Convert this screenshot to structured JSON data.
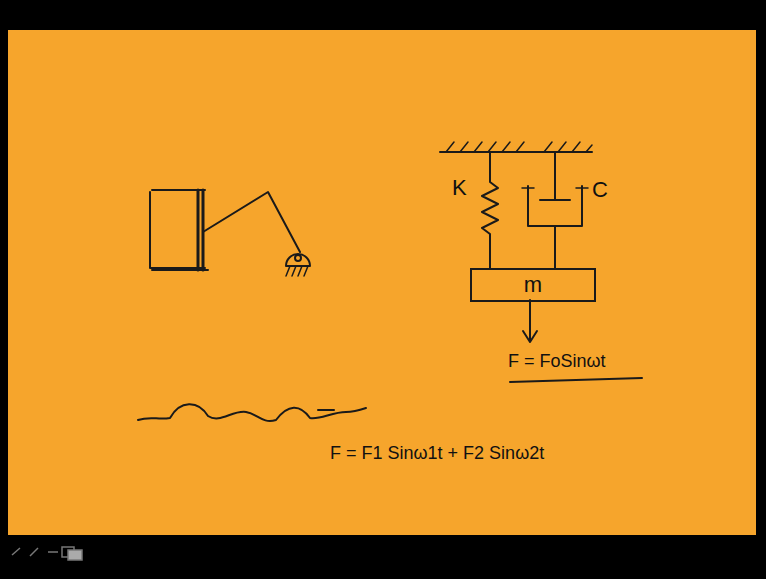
{
  "diagram": {
    "nodes": [
      {
        "text": [
          "m"
        ]
      }
    ],
    "labels": [
      "K",
      "C",
      "F = FoSinωt",
      "F = F1 Sinω1t + F2 Sinω2t"
    ]
  }
}
